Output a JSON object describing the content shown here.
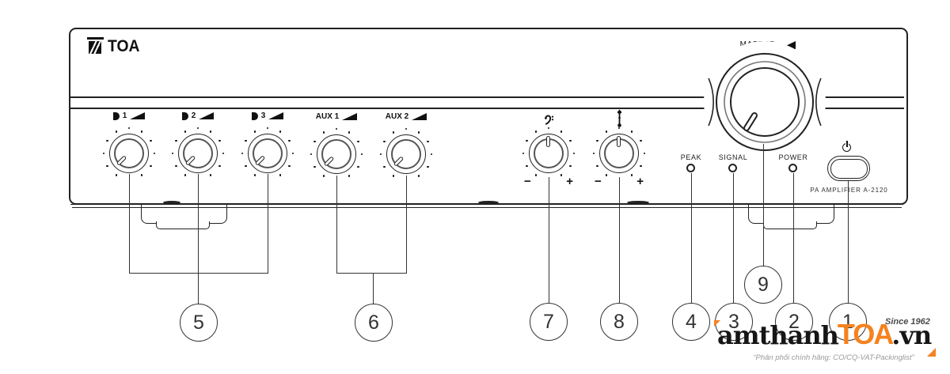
{
  "panel": {
    "brand": "TOA",
    "model_text": "PA  AMPLIFIER  A-2120",
    "master": {
      "label": "MASTER"
    },
    "mic_knobs": [
      {
        "label": "1"
      },
      {
        "label": "2"
      },
      {
        "label": "3"
      }
    ],
    "aux_knobs": [
      {
        "label": "AUX 1"
      },
      {
        "label": "AUX 2"
      }
    ],
    "tone_knobs": [
      {
        "icon": "bass-clef-icon",
        "minus": "−",
        "plus": "+"
      },
      {
        "icon": "treble-clef-icon",
        "minus": "−",
        "plus": "+"
      }
    ],
    "leds": [
      {
        "label": "PEAK"
      },
      {
        "label": "SIGNAL"
      },
      {
        "label": "POWER"
      }
    ]
  },
  "callouts": [
    {
      "number": "5"
    },
    {
      "number": "6"
    },
    {
      "number": "7"
    },
    {
      "number": "8"
    },
    {
      "number": "4"
    },
    {
      "number": "3"
    },
    {
      "number": "2"
    },
    {
      "number": "1"
    },
    {
      "number": "9"
    }
  ],
  "watermark": {
    "since": "Since 1962",
    "brand_prefix": "amthanh",
    "brand_mid": "TOA",
    "brand_suffix": ".vn",
    "tagline": "“Phân phối chính hãng: CO/CQ-VAT-Packinglist”",
    "accent_color": "#F5821F"
  }
}
